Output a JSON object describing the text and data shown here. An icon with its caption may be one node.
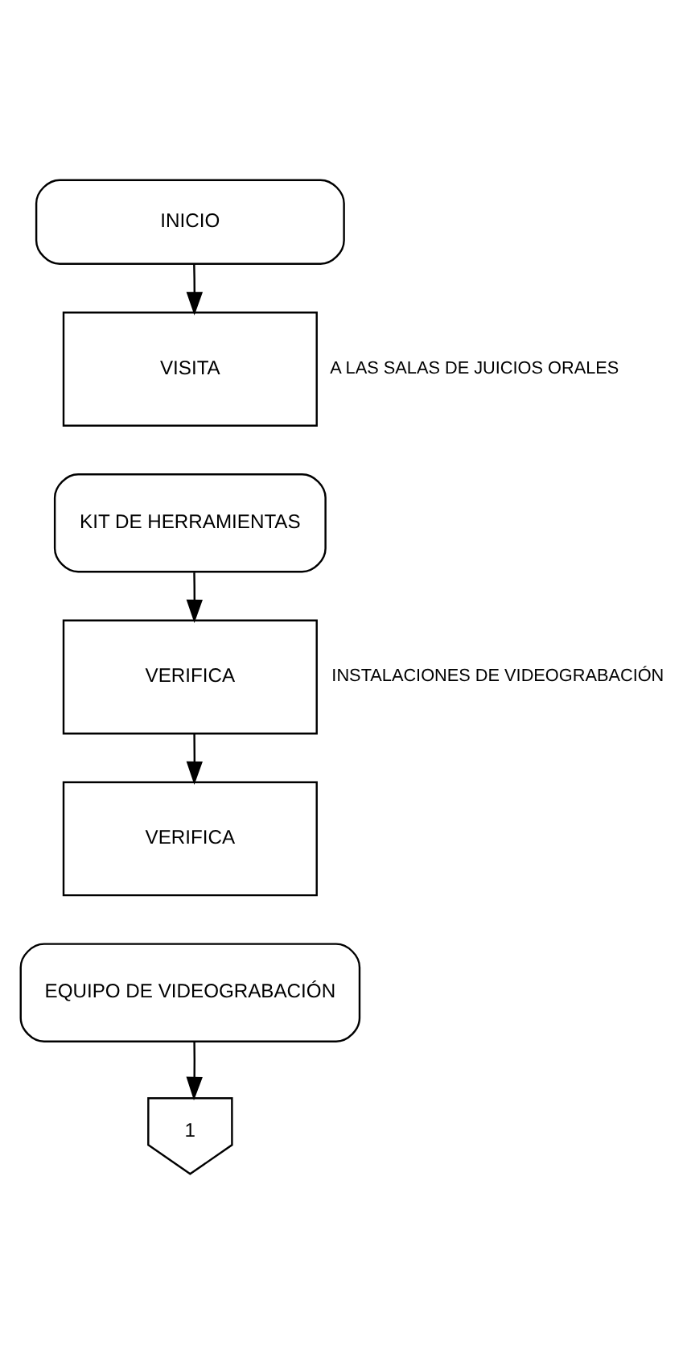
{
  "diagram": {
    "nodes": [
      {
        "text": [
          "INICIO"
        ]
      },
      {
        "text": [
          "VISITA"
        ],
        "beside": [
          "A LAS SALAS DE JUICIOS ORALES"
        ]
      },
      {
        "text": [
          "KIT DE HERRAMIENTAS"
        ]
      },
      {
        "text": [
          "VERIFICA"
        ],
        "beside": [
          "INSTALACIONES DE VIDEOGRABACIÓN"
        ]
      },
      {
        "text": [
          "VERIFICA"
        ]
      },
      {
        "text": [
          "EQUIPO DE VIDEOGRABACIÓN"
        ]
      },
      {
        "text": [
          "1"
        ]
      }
    ],
    "edges": [
      {
        "from": 0,
        "to": 1,
        "arrow": "to"
      },
      {
        "from": 2,
        "to": 3,
        "arrow": "to"
      },
      {
        "from": 3,
        "to": 4,
        "arrow": "to"
      },
      {
        "from": 5,
        "to": 6,
        "arrow": "to"
      }
    ]
  }
}
